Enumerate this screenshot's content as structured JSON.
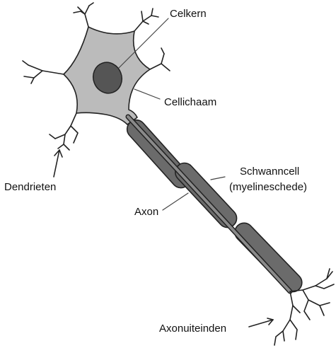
{
  "labels": {
    "celkern": "Celkern",
    "cellichaam": "Cellichaam",
    "dendrieten": "Dendrieten",
    "schwanncell_line1": "Schwanncell",
    "schwanncell_line2": "(myelineschede)",
    "axon": "Axon",
    "axonuiteinden": "Axonuiteinden"
  },
  "colors": {
    "cell_body": "#bbbbbb",
    "nucleus": "#555555",
    "myelin": "#6b6b6b",
    "axon": "#8a8a8a",
    "outline": "#222222",
    "text": "#111111"
  }
}
